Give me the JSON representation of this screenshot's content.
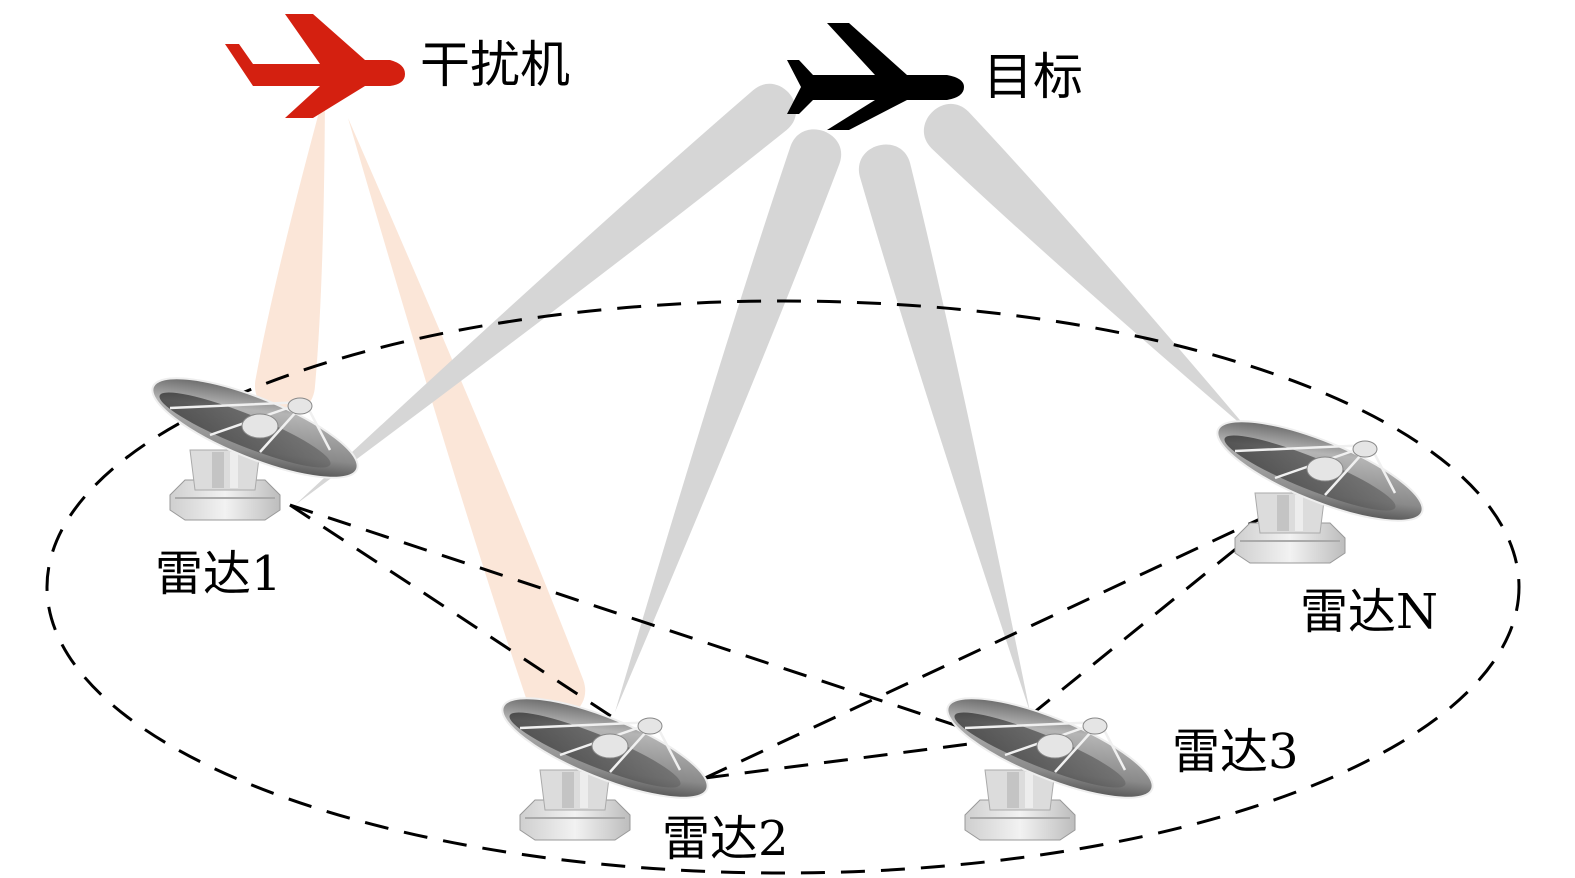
{
  "diagram": {
    "title": "distributed radar network with jammer",
    "colors": {
      "jammer": "#d42010",
      "target": "#000000",
      "target_beam": "#d6d6d6",
      "jammer_beam": "#fbe6d8",
      "network_link": "#000000"
    },
    "jammer": {
      "label": "干扰机",
      "icon": "airplane-icon"
    },
    "target": {
      "label": "目标",
      "icon": "airplane-icon"
    },
    "radars": [
      {
        "id": "radar-1",
        "label": "雷达1",
        "icon": "radar-dish-icon"
      },
      {
        "id": "radar-2",
        "label": "雷达2",
        "icon": "radar-dish-icon"
      },
      {
        "id": "radar-3",
        "label": "雷达3",
        "icon": "radar-dish-icon"
      },
      {
        "id": "radar-n",
        "label": "雷达N",
        "icon": "radar-dish-icon"
      }
    ],
    "target_beams": [
      "radar-1",
      "radar-2",
      "radar-3",
      "radar-n"
    ],
    "jammer_beams": [
      "radar-1",
      "radar-2"
    ],
    "links": [
      [
        "radar-1",
        "radar-2"
      ],
      [
        "radar-1",
        "radar-3"
      ],
      [
        "radar-2",
        "radar-3"
      ],
      [
        "radar-2",
        "radar-n"
      ],
      [
        "radar-3",
        "radar-n"
      ]
    ],
    "boundary": "dashed ellipse enclosing radar network"
  }
}
